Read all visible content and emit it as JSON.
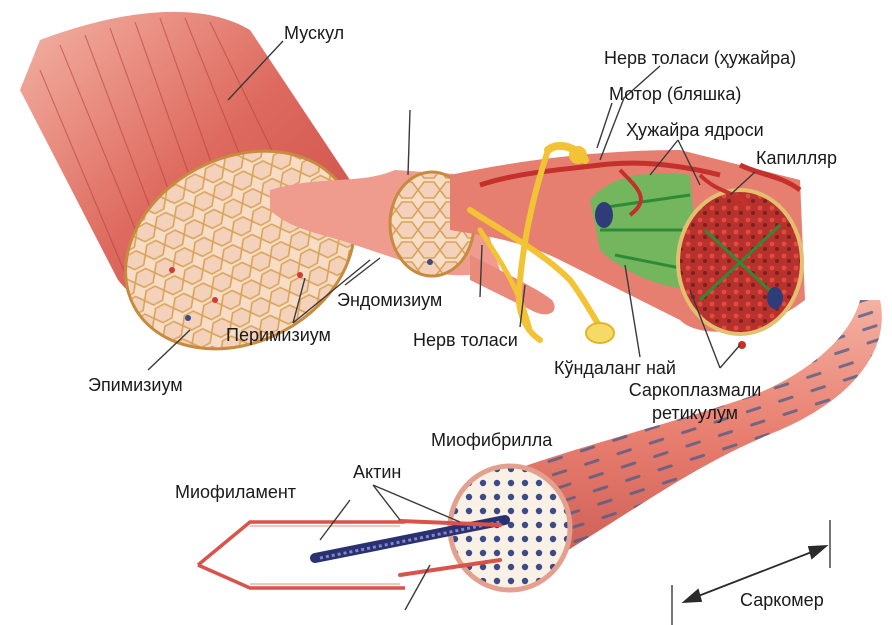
{
  "labels": {
    "muscle": "Мускул",
    "nerve_fiber_cell": "Нерв толаси (ҳужайра)",
    "motor_plaque": "Мотор (бляшка)",
    "cell_nucleus": "Ҳужайра ядроси",
    "capillary": "Капилляр",
    "endomysium": "Эндомизиум",
    "perimysium": "Перимизиум",
    "nerve_fiber": "Нерв толаси",
    "transverse_tube": "Кўндаланг най",
    "sarcoplasmic_reticulum_1": "Саркоплазмали",
    "sarcoplasmic_reticulum_2": "ретикулум",
    "epimysium": "Эпимизиум",
    "myofibril": "Миофибрилла",
    "actin": "Актин",
    "myofilament": "Миофиламент",
    "sarcomere": "Саркомер"
  },
  "colors": {
    "muscle_red": "#d9544f",
    "muscle_light": "#ef9d8f",
    "nerve_yellow": "#f2c335",
    "reticulum_green": "#5fbf5a",
    "connective_tan": "#e7cf96",
    "filament_blue": "#4a4f8c",
    "leader_line": "#3a3a3a"
  }
}
